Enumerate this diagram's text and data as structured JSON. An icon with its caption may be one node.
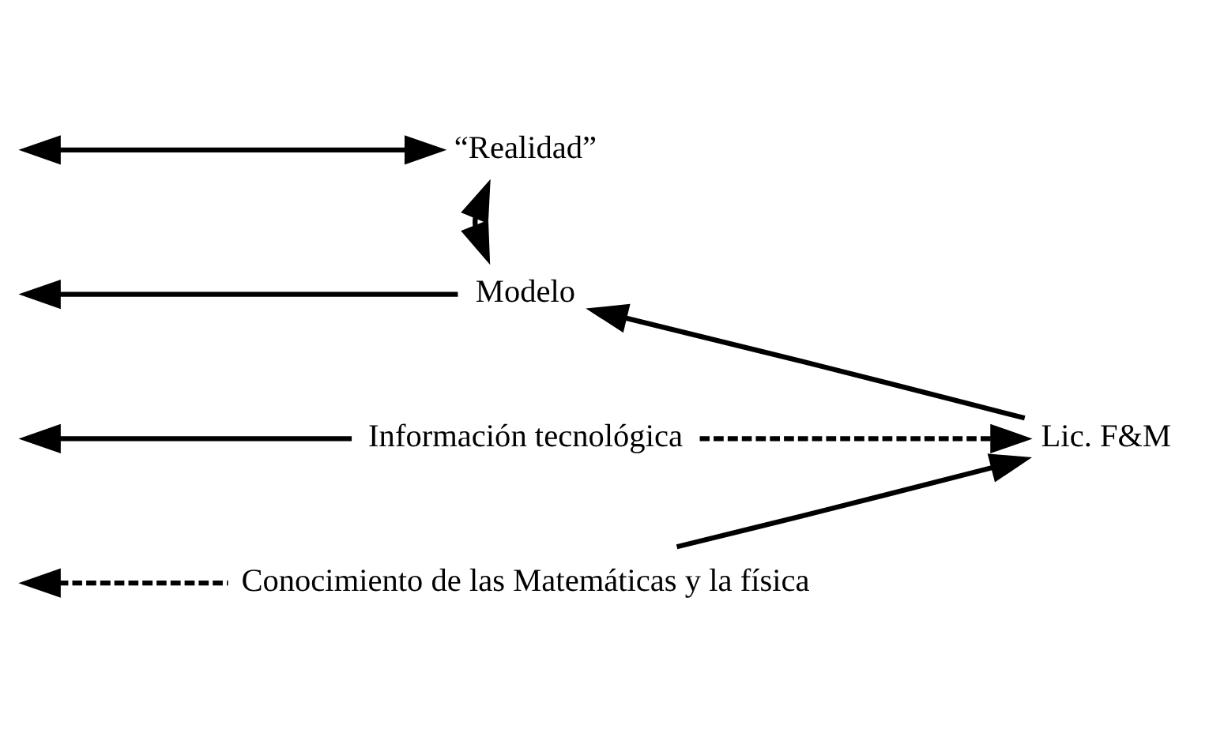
{
  "diagram": {
    "nodes": [
      {
        "text": [
          "“Realidad”"
        ]
      },
      {
        "text": [
          "Modelo"
        ]
      },
      {
        "text": [
          "Lic. F&M"
        ]
      },
      {
        "text": [
          "Información tecnológica"
        ]
      },
      {
        "text": [
          "Conocimiento de las Matemáticas y la física"
        ]
      }
    ],
    "edges": [
      {
        "from": null,
        "to": 0,
        "arrow": "both"
      },
      {
        "from": 0,
        "to": 1,
        "arrow": "both"
      },
      {
        "from": 1,
        "to": null,
        "arrow": "to"
      },
      {
        "from": 2,
        "to": 1,
        "arrow": "to"
      },
      {
        "from": 3,
        "to": null,
        "arrow": "to"
      },
      {
        "from": 3,
        "to": 2,
        "arrow": "to",
        "style": "dashed"
      },
      {
        "from": 4,
        "to": null,
        "arrow": "to",
        "style": "dashed"
      },
      {
        "from": 4,
        "to": 2,
        "arrow": "to"
      }
    ]
  }
}
